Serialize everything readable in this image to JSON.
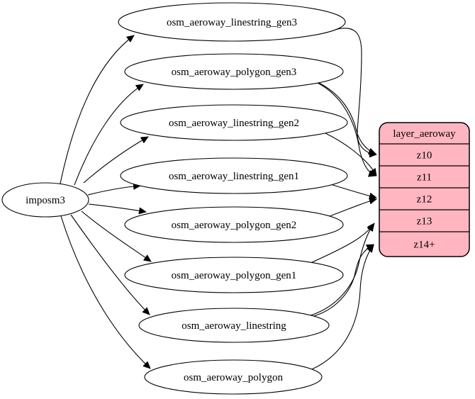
{
  "diagram": {
    "source": {
      "label": "imposm3"
    },
    "tables": [
      "osm_aeroway_linestring_gen3",
      "osm_aeroway_polygon_gen3",
      "osm_aeroway_linestring_gen2",
      "osm_aeroway_linestring_gen1",
      "osm_aeroway_polygon_gen2",
      "osm_aeroway_polygon_gen1",
      "osm_aeroway_linestring",
      "osm_aeroway_polygon"
    ],
    "record": {
      "title": "layer_aeroway",
      "rows": [
        "z10",
        "z11",
        "z12",
        "z13",
        "z14+"
      ]
    },
    "edges": [
      {
        "from": "imposm3",
        "to": "osm_aeroway_linestring_gen3"
      },
      {
        "from": "imposm3",
        "to": "osm_aeroway_polygon_gen3"
      },
      {
        "from": "imposm3",
        "to": "osm_aeroway_linestring_gen2"
      },
      {
        "from": "imposm3",
        "to": "osm_aeroway_linestring_gen1"
      },
      {
        "from": "imposm3",
        "to": "osm_aeroway_polygon_gen2"
      },
      {
        "from": "imposm3",
        "to": "osm_aeroway_polygon_gen1"
      },
      {
        "from": "imposm3",
        "to": "osm_aeroway_linestring"
      },
      {
        "from": "imposm3",
        "to": "osm_aeroway_polygon"
      },
      {
        "from": "osm_aeroway_linestring_gen3",
        "to": "z10"
      },
      {
        "from": "osm_aeroway_polygon_gen3",
        "to": "z10"
      },
      {
        "from": "osm_aeroway_polygon_gen3",
        "to": "z11"
      },
      {
        "from": "osm_aeroway_linestring_gen2",
        "to": "z11"
      },
      {
        "from": "osm_aeroway_linestring_gen1",
        "to": "z12"
      },
      {
        "from": "osm_aeroway_polygon_gen2",
        "to": "z12"
      },
      {
        "from": "osm_aeroway_polygon_gen1",
        "to": "z13"
      },
      {
        "from": "osm_aeroway_linestring",
        "to": "z13"
      },
      {
        "from": "osm_aeroway_linestring",
        "to": "z14+"
      },
      {
        "from": "osm_aeroway_polygon",
        "to": "z14+"
      }
    ],
    "colors": {
      "record_fill": "#ffb6c1",
      "table_fill": "#ffffff",
      "stroke": "#000000",
      "background": "#ffffff"
    }
  }
}
